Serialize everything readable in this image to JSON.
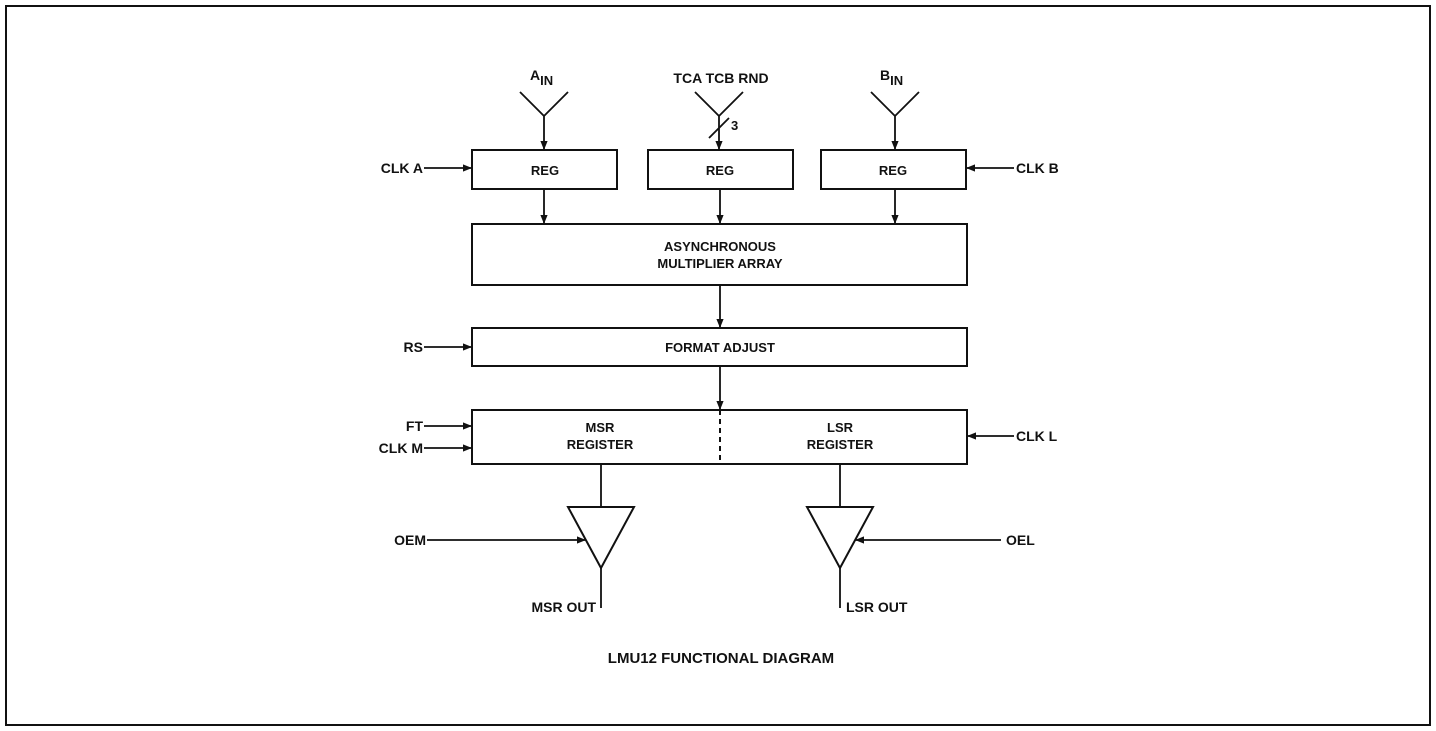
{
  "inputs": {
    "a_in": {
      "main": "A",
      "sub": "IN"
    },
    "control": "TCA TCB RND",
    "control_width": "3",
    "b_in": {
      "main": "B",
      "sub": "IN"
    }
  },
  "registers": {
    "reg_a": "REG",
    "reg_ctrl": "REG",
    "reg_b": "REG"
  },
  "signals": {
    "clk_a": "CLK A",
    "clk_b": "CLK B",
    "rs": "RS",
    "ft": "FT",
    "clk_m": "CLK M",
    "clk_l": "CLK L",
    "oem": "OEM",
    "oel": "OEL"
  },
  "multiplier": {
    "line1": "ASYNCHRONOUS",
    "line2": "MULTIPLIER ARRAY"
  },
  "format_adjust": "FORMAT ADJUST",
  "msr": {
    "line1": "MSR",
    "line2": "REGISTER"
  },
  "lsr": {
    "line1": "LSR",
    "line2": "REGISTER"
  },
  "outputs": {
    "msr_out": "MSR OUT",
    "lsr_out": "LSR OUT"
  },
  "caption": "LMU12 FUNCTIONAL DIAGRAM"
}
